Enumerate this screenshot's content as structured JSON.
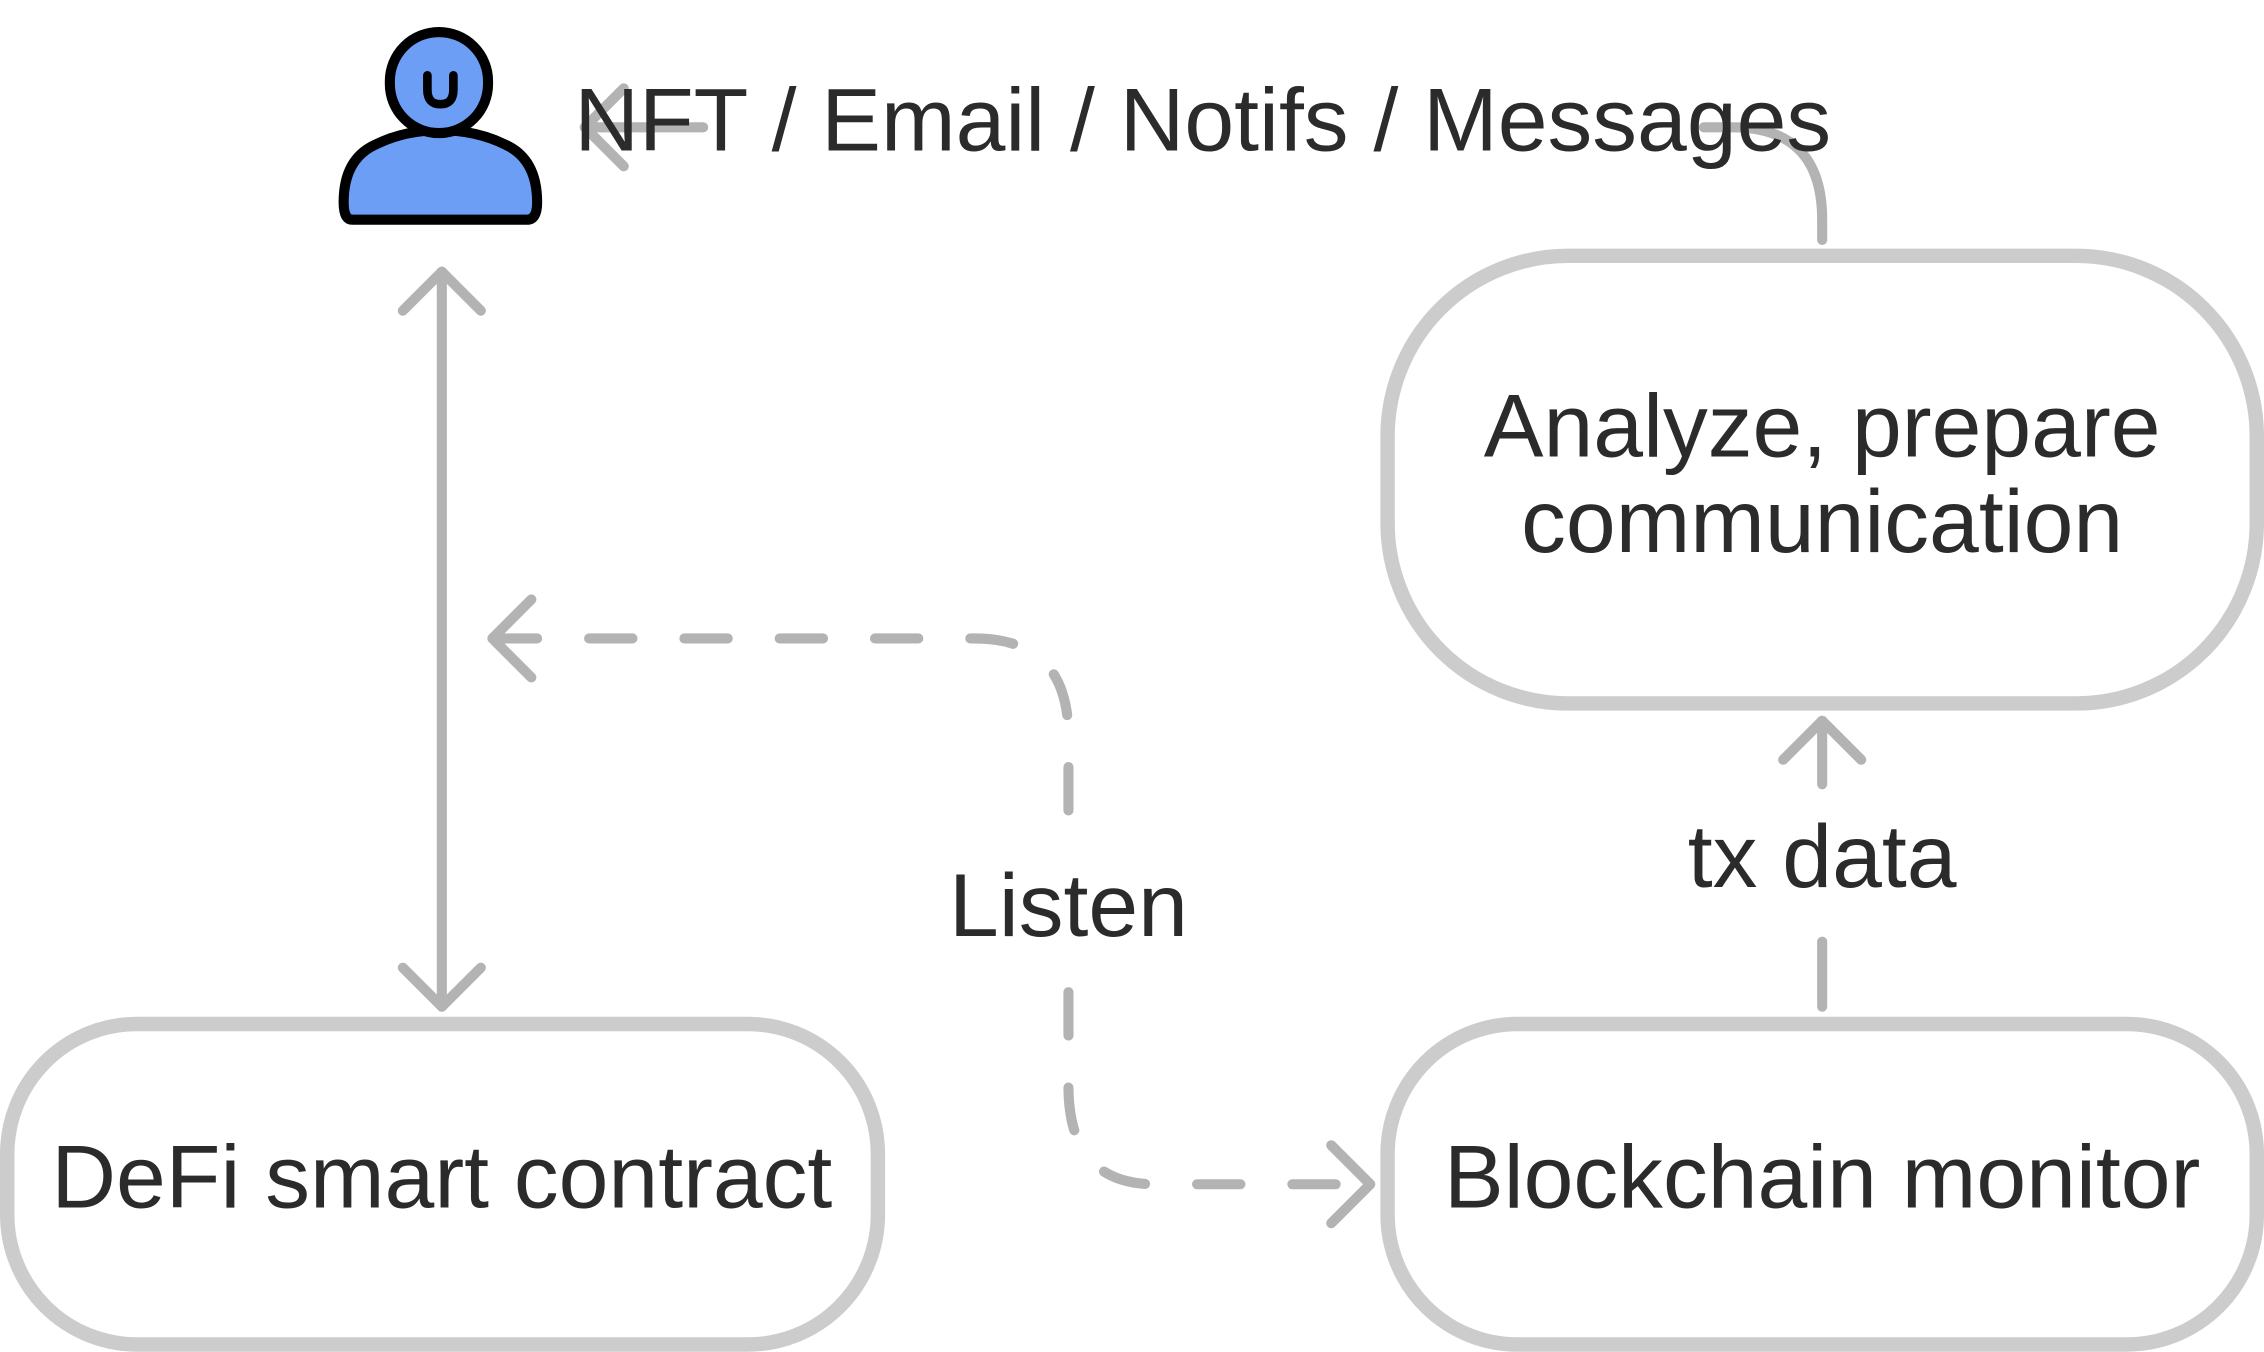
{
  "nodes": {
    "user": {
      "icon": "user-icon"
    },
    "analyze": {
      "line1": "Analyze, prepare",
      "line2": "communication"
    },
    "defi_contract": {
      "label": "DeFi smart contract"
    },
    "blockchain_monitor": {
      "label": "Blockchain monitor"
    }
  },
  "edges": {
    "notify_label": "NFT / Email / Notifs / Messages",
    "listen_label": "Listen",
    "tx_label": "tx data"
  },
  "colors": {
    "box_stroke": "#cccccc",
    "arrow_stroke": "#b3b3b3",
    "user_fill": "#6d9ef5",
    "user_outline": "#000000",
    "text": "#2b2b2b",
    "background": "#ffffff"
  }
}
